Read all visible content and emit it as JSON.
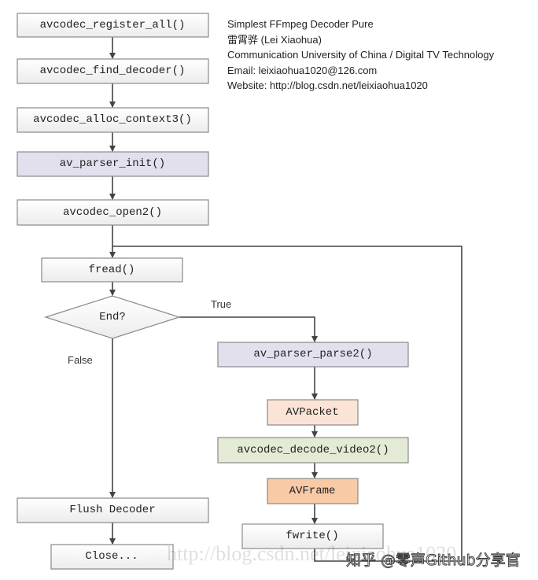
{
  "info": {
    "lines": [
      "Simplest FFmpeg Decoder Pure",
      "雷霄骅 (Lei Xiaohua)",
      "Communication University of China / Digital TV Technology",
      "Email:  leixiaohua1020@126.com",
      "Website:  http://blog.csdn.net/leixiaohua1020"
    ]
  },
  "nodes": {
    "register_all": "avcodec_register_all()",
    "find_decoder": "avcodec_find_decoder()",
    "alloc_context3": "avcodec_alloc_context3()",
    "parser_init": "av_parser_init()",
    "open2": "avcodec_open2()",
    "fread": "fread()",
    "end": "End?",
    "parser_parse2": "av_parser_parse2()",
    "avpacket": "AVPacket",
    "decode_video2": "avcodec_decode_video2()",
    "avframe": "AVFrame",
    "fwrite": "fwrite()",
    "flush": "Flush Decoder",
    "close": "Close..."
  },
  "edges": {
    "true_label": "True",
    "false_label": "False"
  },
  "watermarks": {
    "csdn": "http://blog.csdn.net/leixiaohua1020",
    "zhihu": "知乎 @零声Github分享官"
  },
  "colors": {
    "default_box": "#f2f2f2",
    "parser_box": "#e3e0ee",
    "avpacket_box": "#fbe4d5",
    "decode_box": "#e3ebd5",
    "avframe_box": "#f8caa6"
  }
}
